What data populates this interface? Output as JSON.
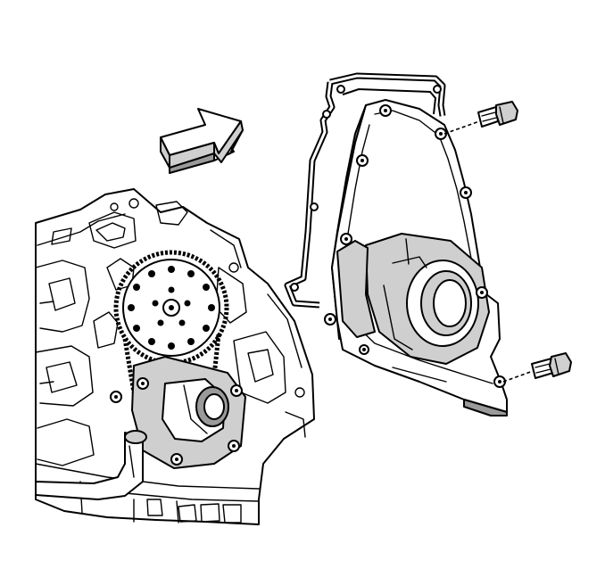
{
  "figure": {
    "components": [
      {
        "name": "engine-block",
        "icon": "engine-block-icon"
      },
      {
        "name": "timing-chain-and-sprocket",
        "icon": "timing-sprocket-icon"
      },
      {
        "name": "oil-pump",
        "icon": "oil-pump-icon"
      },
      {
        "name": "front-cover-gasket",
        "icon": "gasket-icon"
      },
      {
        "name": "engine-front-cover",
        "icon": "front-cover-icon"
      },
      {
        "name": "front-cover-bolt-upper",
        "icon": "bolt-icon"
      },
      {
        "name": "front-cover-bolt-lower",
        "icon": "bolt-icon"
      },
      {
        "name": "installation-direction-arrow",
        "icon": "arrow-icon"
      }
    ],
    "colors": {
      "line": "#000000",
      "background": "#ffffff",
      "shade_light": "#cfcfcf",
      "shade_dark": "#9a9a9a"
    }
  }
}
